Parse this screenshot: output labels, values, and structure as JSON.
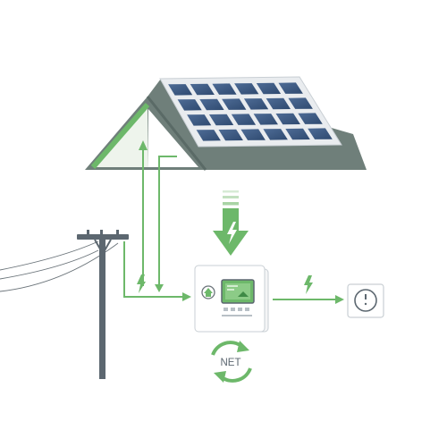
{
  "scene": {
    "roof": {
      "panel_rows": 4,
      "panel_cols": 6
    },
    "meter": {
      "label": "NET"
    }
  },
  "icons": {
    "solar_panel": "solar-panel-icon",
    "roof": "house-roof-icon",
    "down_arrow": "energy-down-arrow-icon",
    "bolt": "lightning-bolt-icon",
    "utility_pole": "utility-pole-icon",
    "meter": "net-meter-icon",
    "home": "home-icon",
    "outlet": "power-outlet-icon",
    "net_cycle": "net-metering-cycle-icon"
  },
  "colors": {
    "green": "#6db86a",
    "dark_green": "#3f8a46",
    "roof_gray": "#6f7f7a",
    "panel_blue": "#3e5a82",
    "pole_gray": "#5c6770",
    "outline_gray": "#d3d7da"
  }
}
